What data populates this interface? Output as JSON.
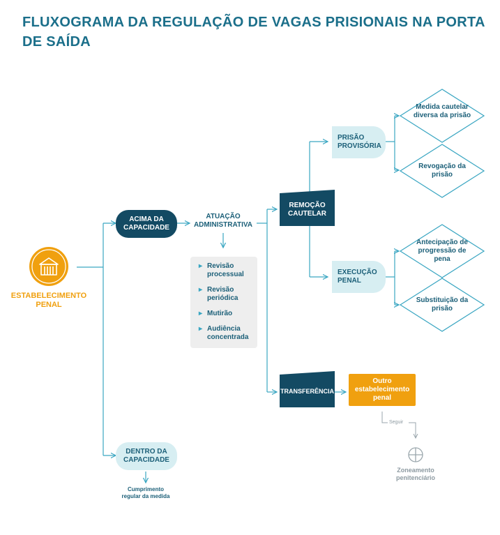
{
  "title": "FLUXOGRAMA DA REGULAÇÃO DE VAGAS PRISIONAIS NA PORTA DE SAÍDA",
  "nodes": {
    "estabelecimento": "ESTABELECIMENTO PENAL",
    "acima": "ACIMA DA CAPACIDADE",
    "dentro": "DENTRO DA CAPACIDADE",
    "cumprimento": "Cumprimento regular da medida",
    "atuacao": "ATUAÇÃO ADMINISTRATIVA",
    "remocao": "REMOÇÃO CAUTELAR",
    "transferencia": "TRANSFERÊNCIA",
    "outro": "Outro estabelecimento penal",
    "seguir": "Seguir",
    "zoneamento": "Zoneamento penitenciário",
    "prisao_provisoria": "PRISÃO PROVISÓRIA",
    "execucao_penal": "EXECUÇÃO PENAL",
    "medida_cautelar": "Medida cautelar diversa da prisão",
    "revogacao": "Revogação da prisão",
    "antecipacao": "Antecipação de progressão de pena",
    "substituicao": "Substituição da prisão"
  },
  "actions": [
    "Revisão processual",
    "Revisão periódica",
    "Mutirão",
    "Audiência concentrada"
  ],
  "colors": {
    "navy": "#134a63",
    "light": "#d7eef2",
    "orange": "#f0a00f",
    "line": "#3aa6c2"
  },
  "icons": {
    "estabelecimento": "prison-building-icon",
    "zoneamento": "crosshair-globe-icon"
  }
}
